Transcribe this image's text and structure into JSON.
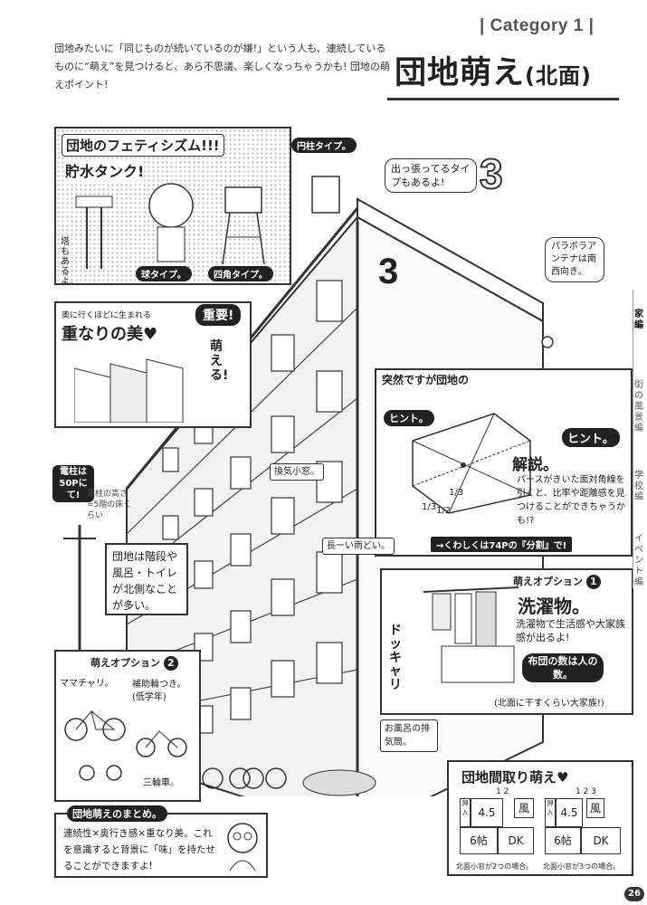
{
  "header": {
    "category_label": "| Category 1 |",
    "title_main": "団地萌え",
    "title_sub": "(北面)",
    "intro": "団地みたいに「同じものが続いているのが嫌!」という人も、連続しているものに“萌え”を見つけると、あら不思議、楽しくなっちゃうかも! 団地の萌えポイント!"
  },
  "fetish_box": {
    "heading": "団地のフェティシズム!!!",
    "subheading": "貯水タンク!",
    "tower_note": "塔もあるよ。",
    "ball_label": "球タイプ。",
    "square_label": "四角タイプ。",
    "cylinder_label": "円柱タイプ。"
  },
  "overlap_box": {
    "small_text": "奥に行くほどに生まれる",
    "heading": "重なりの美♥",
    "important": "重要!",
    "moe": "萌える!"
  },
  "protrude": {
    "text": "出っ張ってるタイプもあるよ!",
    "number": "3"
  },
  "antenna": {
    "text": "パラボラアンテナは南西向き。"
  },
  "building_number": "3",
  "hint_box": {
    "intro": "突然ですが団地の",
    "hint_tag": "ヒント。",
    "hint_tag2": "ヒント。",
    "explain_title": "解説。",
    "explain_text": "パースがきいた面対角線を引くと、比率や距離感を見つけることができちゃうかも!?",
    "ratio_half": "1/2",
    "ratio_third_a": "1/3",
    "ratio_third_b": "1/3",
    "link": "→くわしくは74Pの『分割』で!"
  },
  "pole": {
    "tag": "電柱は50Pにて!",
    "handwritten": "電柱の高さ=5階の床くらい"
  },
  "labels": {
    "vent": "換気小窓。",
    "gutter": "長ーい雨どい。",
    "bath": "お風呂の排気筒。"
  },
  "stairs_box": {
    "text": "団地は階段や風呂・トイレが北側なことが多い。"
  },
  "option1": {
    "label": "萌えオプション",
    "number": "1",
    "title": "洗濯物。",
    "text": "洗濯物で生活感や大家族感が出るよ!",
    "tag": "布団の数は人の数。",
    "sfx": "ドッキャリ",
    "caption": "(北面に干すくらい大家族!)"
  },
  "option2": {
    "label": "萌えオプション",
    "number": "2",
    "mamachari": "ママチャリ。",
    "training": "補助輪つき。(低学年)",
    "tricycle": "三輪車。"
  },
  "summary": {
    "heading": "団地萌えのまとめ。",
    "text": "連続性×奥行き感×重なり美。これを意識すると背景に「味」を持たせることができますよ!"
  },
  "floorplan": {
    "heading": "団地間取り萌え♥",
    "plan_a": {
      "tatami": "4.5",
      "room": "6帖",
      "dk": "DK",
      "bath": "風",
      "toilet": "押入",
      "windows": "1 2"
    },
    "plan_b": {
      "tatami": "4.5",
      "room": "6帖",
      "dk": "DK",
      "bath": "風",
      "toilet": "押入",
      "windows": "1 2 3"
    },
    "caption_a": "北面小窓が2つの場合。",
    "caption_b": "北面小窓が3つの場合。"
  },
  "sidebar": {
    "items": [
      {
        "label": "家編"
      },
      {
        "label": "街の風景編"
      },
      {
        "label": "学校編"
      },
      {
        "label": "イベント編"
      }
    ]
  },
  "page_number": "26"
}
